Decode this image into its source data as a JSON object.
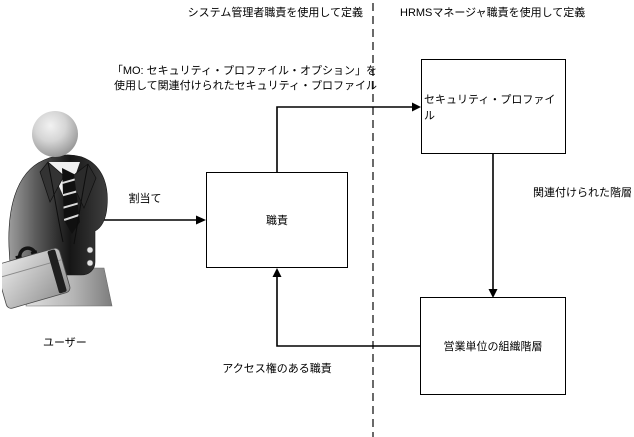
{
  "labels": {
    "header_left": "システム管理者職責を使用して定義",
    "header_right": "HRMSマネージャ職責を使用して定義",
    "mo_note_line1": "「MO: セキュリティ・プロファイル・オプション」を",
    "mo_note_line2": "使用して関連付けられたセキュリティ・プロファイル",
    "user": "ユーザー",
    "assign": "割当て",
    "responsibility": "職責",
    "security_profile": "セキュリティ・プロファイル",
    "org_hierarchy": "営業単位の組織階層",
    "associated_hierarchy": "関連付けられた階層",
    "access_responsibility": "アクセス権のある職責"
  },
  "icons": {
    "user_icon": "businessman-with-briefcase"
  },
  "colors": {
    "background": "#ffffff",
    "line": "#000000",
    "box_fill": "#ffffff",
    "box_border": "#000000",
    "divider_dash": "#595959",
    "text": "#000000"
  }
}
